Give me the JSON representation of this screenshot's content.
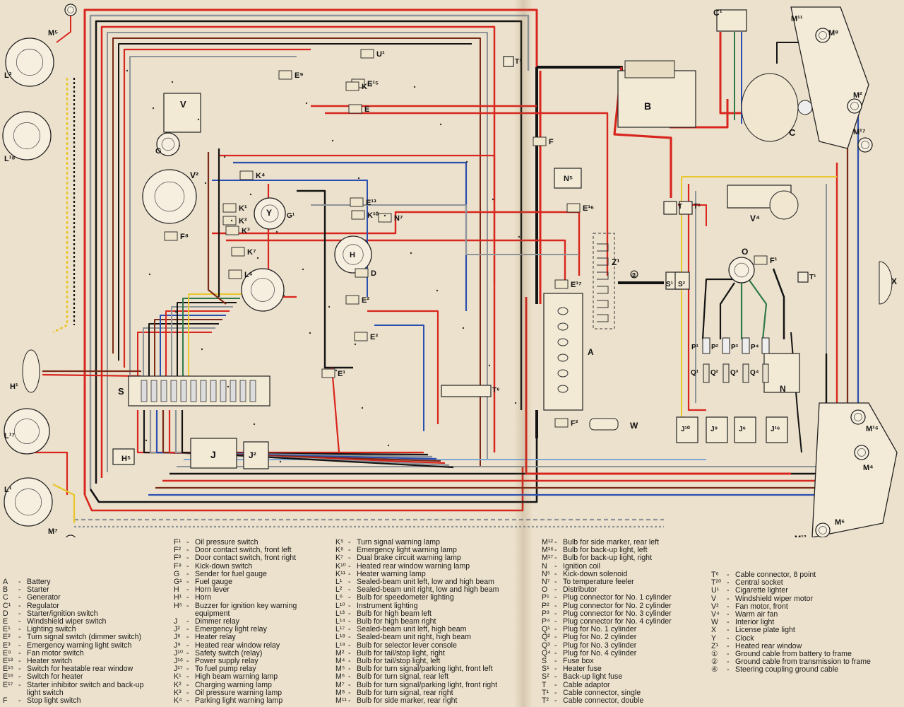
{
  "legend": {
    "col1": [
      {
        "code": "A",
        "desc": "Battery"
      },
      {
        "code": "B",
        "desc": "Starter"
      },
      {
        "code": "C",
        "desc": "Generator"
      },
      {
        "code": "C¹",
        "desc": "Regulator"
      },
      {
        "code": "D",
        "desc": "Starter/ignition switch"
      },
      {
        "code": "E",
        "desc": "Windshield wiper switch"
      },
      {
        "code": "E¹",
        "desc": "Lighting switch"
      },
      {
        "code": "E²",
        "desc": "Turn signal switch (dimmer switch)"
      },
      {
        "code": "E³",
        "desc": "Emergency warning light switch"
      },
      {
        "code": "E⁹",
        "desc": "Fan motor switch"
      },
      {
        "code": "E¹³",
        "desc": "Heater switch"
      },
      {
        "code": "E¹⁵",
        "desc": "Switch for heatable rear window"
      },
      {
        "code": "E¹⁶",
        "desc": "Switch for heater"
      },
      {
        "code": "E¹⁷",
        "desc": "Starter inhibitor switch and back-up"
      },
      {
        "code": "",
        "desc": "light switch"
      },
      {
        "code": "F",
        "desc": "Stop light switch"
      }
    ],
    "col2": [
      {
        "code": "F¹",
        "desc": "Oil pressure switch"
      },
      {
        "code": "F²",
        "desc": "Door contact switch, front left"
      },
      {
        "code": "F³",
        "desc": "Door contact switch, front right"
      },
      {
        "code": "F⁸",
        "desc": "Kick-down switch"
      },
      {
        "code": "G",
        "desc": "Sender for fuel gauge"
      },
      {
        "code": "G¹",
        "desc": "Fuel gauge"
      },
      {
        "code": "H",
        "desc": "Horn lever"
      },
      {
        "code": "H¹",
        "desc": "Horn"
      },
      {
        "code": "H⁵",
        "desc": "Buzzer for ignition key warning"
      },
      {
        "code": "",
        "desc": "equipment"
      },
      {
        "code": "J",
        "desc": "Dimmer relay"
      },
      {
        "code": "J²",
        "desc": "Emergency light relay"
      },
      {
        "code": "J⁶",
        "desc": "Heater relay"
      },
      {
        "code": "J⁹",
        "desc": "Heated rear window relay"
      },
      {
        "code": "J¹⁰",
        "desc": "Safety switch (relay)"
      },
      {
        "code": "J¹⁶",
        "desc": "Power supply relay"
      },
      {
        "code": "J¹⁷",
        "desc": "To fuel pump relay"
      },
      {
        "code": "K¹",
        "desc": "High beam warning lamp"
      },
      {
        "code": "K²",
        "desc": "Charging warning lamp"
      },
      {
        "code": "K³",
        "desc": "Oil pressure warning lamp"
      },
      {
        "code": "K⁴",
        "desc": "Parking light warning lamp"
      }
    ],
    "col3": [
      {
        "code": "K⁵",
        "desc": "Turn signal warning lamp"
      },
      {
        "code": "K⁶",
        "desc": "Emergency light warning lamp"
      },
      {
        "code": "K⁷",
        "desc": "Dual brake circuit warning lamp"
      },
      {
        "code": "K¹⁰",
        "desc": "Heated rear window warning lamp"
      },
      {
        "code": "K¹¹",
        "desc": "Heater warning lamp"
      },
      {
        "code": "L¹",
        "desc": "Sealed-beam unit left, low and high beam"
      },
      {
        "code": "L²",
        "desc": "Sealed-beam unit right, low and high beam"
      },
      {
        "code": "L⁶",
        "desc": "Bulb for speedometer lighting"
      },
      {
        "code": "L¹⁰",
        "desc": "Instrument lighting"
      },
      {
        "code": "L¹³",
        "desc": "Bulb for high beam left"
      },
      {
        "code": "L¹⁴",
        "desc": "Bulb for high beam right"
      },
      {
        "code": "L¹⁷",
        "desc": "Sealed-beam unit left, high beam"
      },
      {
        "code": "L¹⁸",
        "desc": "Sealed-beam unit right, high beam"
      },
      {
        "code": "L¹⁹",
        "desc": "Bulb for selector lever console"
      },
      {
        "code": "M²",
        "desc": "Bulb for tail/stop light, right"
      },
      {
        "code": "M⁴",
        "desc": "Bulb for tail/stop light, left"
      },
      {
        "code": "M⁵",
        "desc": "Bulb for turn signal/parking light, front left"
      },
      {
        "code": "M⁶",
        "desc": "Bulb for turn signal, rear left"
      },
      {
        "code": "M⁷",
        "desc": "Bulb for turn signal/parking light, front right"
      },
      {
        "code": "M⁸",
        "desc": "Bulb for turn signal, rear right"
      },
      {
        "code": "M¹¹",
        "desc": "Bulb for side marker, rear right"
      }
    ],
    "col4": [
      {
        "code": "M¹²",
        "desc": "Bulb for side marker, rear left"
      },
      {
        "code": "M¹⁶",
        "desc": "Bulb for back-up light, left"
      },
      {
        "code": "M¹⁷",
        "desc": "Bulb for back-up light, right"
      },
      {
        "code": "N",
        "desc": "Ignition coil"
      },
      {
        "code": "N⁵",
        "desc": "Kick-down solenoid"
      },
      {
        "code": "N⁷",
        "desc": "To temperature feeler"
      },
      {
        "code": "O",
        "desc": "Distributor"
      },
      {
        "code": "P¹",
        "desc": "Plug connector for No. 1 cylinder"
      },
      {
        "code": "P²",
        "desc": "Plug connector for No. 2 cylinder"
      },
      {
        "code": "P³",
        "desc": "Plug connector for No. 3 cylinder"
      },
      {
        "code": "P⁴",
        "desc": "Plug connector for No. 4 cylinder"
      },
      {
        "code": "Q¹",
        "desc": "Plug for No. 1 cylinder"
      },
      {
        "code": "Q²",
        "desc": "Plug for No. 2 cylinder"
      },
      {
        "code": "Q³",
        "desc": "Plug for No. 3 cylinder"
      },
      {
        "code": "Q⁴",
        "desc": "Plug for No. 4 cylinder"
      },
      {
        "code": "S",
        "desc": "Fuse box"
      },
      {
        "code": "S¹",
        "desc": "Heater fuse"
      },
      {
        "code": "S²",
        "desc": "Back-up light fuse"
      },
      {
        "code": "T",
        "desc": "Cable adaptor"
      },
      {
        "code": "T¹",
        "desc": "Cable connector, single"
      },
      {
        "code": "T²",
        "desc": "Cable connector, double"
      }
    ],
    "col5": [
      {
        "code": "T⁶",
        "desc": "Cable connector, 8 point"
      },
      {
        "code": "T²⁰",
        "desc": "Central socket"
      },
      {
        "code": "U¹",
        "desc": "Cigarette lighter"
      },
      {
        "code": "V",
        "desc": "Windshield wiper motor"
      },
      {
        "code": "V²",
        "desc": "Fan motor, front"
      },
      {
        "code": "V⁴",
        "desc": "Warm air fan"
      },
      {
        "code": "W",
        "desc": "Interior light"
      },
      {
        "code": "X",
        "desc": "License plate light"
      },
      {
        "code": "Y",
        "desc": "Clock"
      },
      {
        "code": "Z¹",
        "desc": "Heated rear window"
      },
      {
        "code": "①",
        "desc": "Ground cable from battery to frame"
      },
      {
        "code": "②",
        "desc": "Ground cable from transmission to frame"
      },
      {
        "code": "④",
        "desc": "Steering coupling ground cable"
      }
    ]
  },
  "component_labels": {
    "battery": "A",
    "starter": "B",
    "generator": "C",
    "regulator": "C¹",
    "wiper_motor": "V",
    "fan_motor": "V²",
    "warm_air_fan": "V⁴",
    "fuse_box": "S",
    "distributor": "O",
    "ignition_coil": "N",
    "kickdown_solenoid": "N⁵",
    "interior_light": "W",
    "license_light": "X",
    "clock": "Y",
    "fuel_gauge": "G¹",
    "fuel_sender": "G",
    "horn": "H¹",
    "buzzer": "H⁵",
    "horn_lever": "H",
    "dimmer_relay": "J",
    "emergency_relay": "J²",
    "heated_window_relay": "J⁹",
    "safety_relay": "J¹⁰",
    "power_relay": "J¹⁶",
    "heater_relay": "J⁶",
    "heated_rear_window": "Z¹",
    "lamp_l2": "L²",
    "lamp_l18": "L¹⁸",
    "lamp_l17": "L¹⁷",
    "lamp_l1": "L¹",
    "lamp_m5": "M⁵",
    "lamp_m7": "M⁷",
    "lamp_m11": "M¹¹",
    "lamp_m8": "M⁸",
    "lamp_m2": "M²",
    "lamp_m17": "M¹⁷",
    "lamp_m16": "M¹⁶",
    "lamp_m4": "M⁴",
    "lamp_m6": "M⁶",
    "lamp_m12": "M¹²",
    "cable_t6": "T⁶",
    "cable_t1": "T¹",
    "cable_t2": "T²",
    "cable_t": "T",
    "fuse_s1": "S¹",
    "fuse_s2": "S²",
    "switch_e": "E",
    "switch_e1": "E¹",
    "switch_e2": "E²",
    "switch_e3": "E³",
    "switch_e9": "E⁹",
    "switch_e13": "E¹³",
    "switch_e15": "E¹⁵",
    "switch_e16": "E¹⁶",
    "switch_e17": "E¹⁷",
    "switch_f": "F",
    "switch_f1": "F¹",
    "switch_f2": "F²",
    "switch_f8": "F⁸",
    "ignition_d": "D",
    "lighter_u1": "U¹",
    "warning_k1": "K¹",
    "warning_k2": "K²",
    "warning_k3": "K³",
    "warning_k4": "K⁴",
    "warning_k7": "K⁷",
    "warning_k10": "K¹⁰",
    "warning_k11": "K¹¹",
    "n7": "N⁷",
    "lamp_l6": "L⁶",
    "p1": "P¹",
    "p2": "P²",
    "p3": "P³",
    "p4": "P⁴",
    "q1": "Q¹",
    "q2": "Q²",
    "q3": "Q³",
    "q4": "Q⁴",
    "ground_2": "②"
  },
  "colors": {
    "paper": "#ece1cc",
    "wire_red": "#d8261e",
    "wire_black": "#141414",
    "wire_blue": "#2b4fb0",
    "wire_brown": "#7a2a18",
    "wire_grey": "#8e9499",
    "wire_green": "#2f7a4a",
    "wire_yellow": "#e9c62a",
    "wire_lightblue": "#7fa7d6",
    "wire_white": "#f5f1e6"
  }
}
